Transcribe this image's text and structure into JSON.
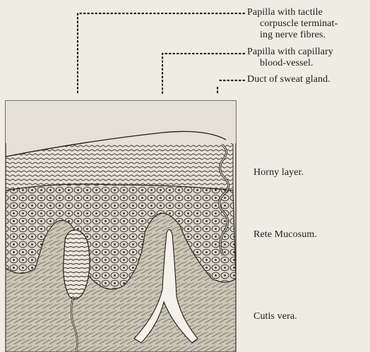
{
  "figure": {
    "callouts": [
      {
        "id": "papilla-tactile",
        "lines": [
          "Papilla with tactile",
          "corpuscle terminat-",
          "ing nerve fibres."
        ]
      },
      {
        "id": "papilla-capillary",
        "lines": [
          "Papilla with capillary",
          "blood-vessel."
        ]
      },
      {
        "id": "duct",
        "lines": [
          "Duct of sweat gland."
        ]
      }
    ],
    "layers": {
      "horny": "Horny layer.",
      "rete": "Rete Mucosum.",
      "cutis": "Cutis vera."
    }
  },
  "colors": {
    "paper": "#efece4",
    "ink": "#1e1c1a",
    "cell_fill": "#d9d4c8",
    "dermis_fill": "#cfc9bb",
    "vessel_fill": "#f4f1ea"
  }
}
